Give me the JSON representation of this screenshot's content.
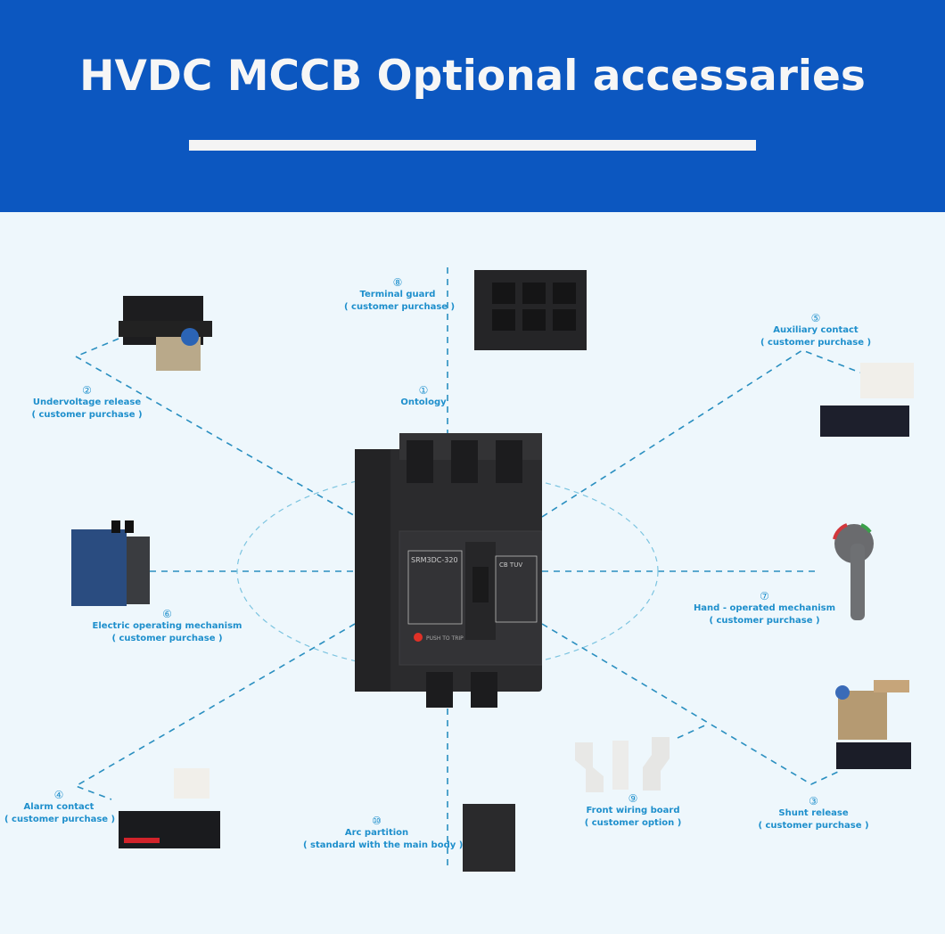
{
  "header": {
    "title": "HVDC MCCB Optional accessaries"
  },
  "colors": {
    "banner": "#0c57c0",
    "background": "#eef7fc",
    "label": "#1e8fcc",
    "leader_line": "#2a8fc0"
  },
  "main_product": {
    "model_label": "SRM3DC-320",
    "button_text": "PUSH TO TRIP",
    "cert_marks": "CB TUV"
  },
  "accessories": [
    {
      "num": "①",
      "name": "Ontology",
      "note": ""
    },
    {
      "num": "②",
      "name": "Undervoltage release",
      "note": "( customer purchase )"
    },
    {
      "num": "③",
      "name": "Shunt release",
      "note": "( customer purchase )"
    },
    {
      "num": "④",
      "name": "Alarm contact",
      "note": "( customer purchase )"
    },
    {
      "num": "⑤",
      "name": "Auxiliary contact",
      "note": "( customer purchase )"
    },
    {
      "num": "⑥",
      "name": "Electric operating mechanism",
      "note": "( customer purchase )"
    },
    {
      "num": "⑦",
      "name": "Hand - operated mechanism",
      "note": "( customer purchase )"
    },
    {
      "num": "⑧",
      "name": "Terminal guard",
      "note": "( customer purchase )"
    },
    {
      "num": "⑨",
      "name": "Front wiring board",
      "note": "( customer option )"
    },
    {
      "num": "⑩",
      "name": "Arc partition",
      "note": "( standard with the main body )"
    }
  ]
}
